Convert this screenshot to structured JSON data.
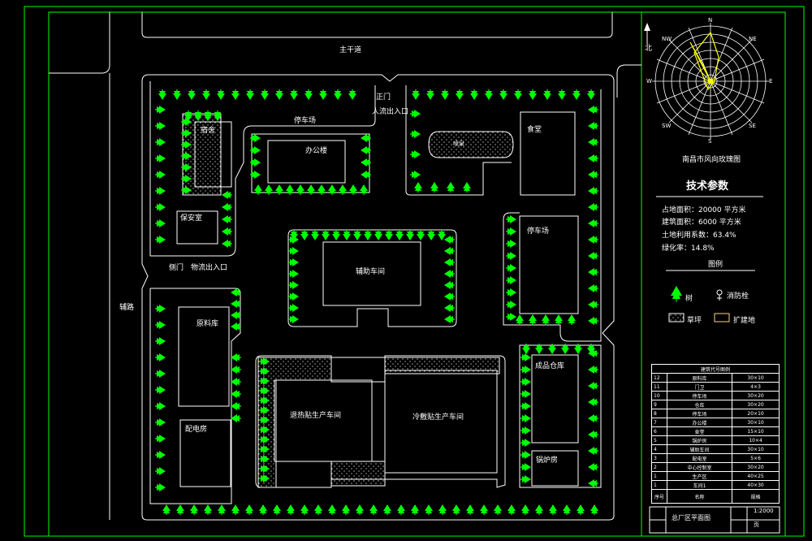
{
  "colors": {
    "background": "#000000",
    "frame": "#00ff00",
    "lines": "#ffffff",
    "tree": "#00ff00"
  },
  "site_labels": {
    "main_road": "主干道",
    "main_gate": "正门",
    "main_gate_sub": "人流出入口",
    "side_gate": "侧门　物流出入口",
    "side_road": "辅路",
    "parking_top": "停车场",
    "dorm": "宿舍",
    "security": "保安室",
    "office": "办公楼",
    "canteen": "食堂",
    "parking_right": "停车场",
    "workshop_center": "辅助车间",
    "raw_material": "原料库",
    "finished_goods": "成品仓库",
    "workshop_left": "退热贴生产车间",
    "workshop_right": "冷敷贴生产车间",
    "boiler": "锅炉房",
    "power_room": "配电房",
    "fountain": "喷泉"
  },
  "compass": {
    "caption": "南昌市风向玫瑰图",
    "north_label": "北",
    "dirs": [
      "N",
      "NE",
      "E",
      "SE",
      "S",
      "SW",
      "W",
      "NW"
    ]
  },
  "tech": {
    "title": "技术参数",
    "lines": [
      "占地面积：20000 平方米",
      "建筑面积：6000 平方米",
      "土地利用系数：63.4%",
      "绿化率：14.8%"
    ],
    "legend_title": "图例",
    "legend": {
      "tree": "树",
      "hydrant": "消防栓",
      "lawn": "草坪",
      "reserve": "扩建地"
    }
  },
  "schedule": {
    "header": "建筑代号图例",
    "rows": [
      [
        "12",
        "原料库",
        "30×10"
      ],
      [
        "11",
        "门卫",
        "4×3"
      ],
      [
        "10",
        "停车场",
        "30×20"
      ],
      [
        "9",
        "仓库",
        "30×20"
      ],
      [
        "8",
        "停车场",
        "20×10"
      ],
      [
        "7",
        "办公楼",
        "30×10"
      ],
      [
        "6",
        "食堂",
        "15×10"
      ],
      [
        "5",
        "锅炉房",
        "10×4"
      ],
      [
        "4",
        "辅助车间",
        "30×10"
      ],
      [
        "3",
        "配电室",
        "5×6"
      ],
      [
        "2",
        "中心控制室",
        "30×20"
      ],
      [
        "1",
        "生产区",
        "40×25"
      ],
      [
        "1",
        "车间1",
        "40×30"
      ]
    ],
    "footer": [
      "序号",
      "名称",
      "规格"
    ]
  },
  "title_block": {
    "drawing_title": "总厂区平面图",
    "scale": "1:2000",
    "sheet": "页"
  }
}
